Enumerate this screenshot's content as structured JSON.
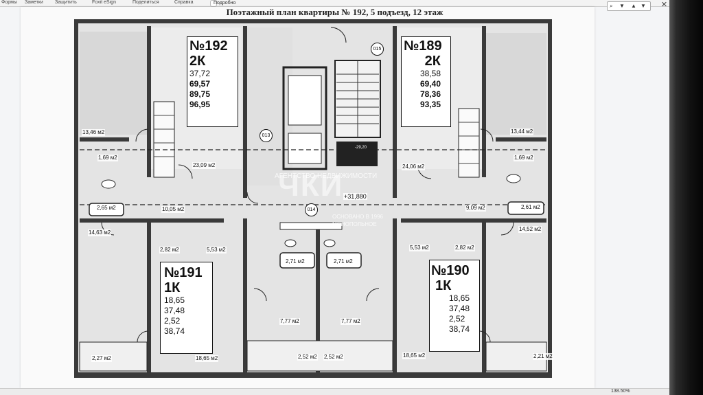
{
  "toolbar": {
    "items": [
      "Формы",
      "Заметки",
      "Защитить",
      "Foxit eSign",
      "Поделиться",
      "Справка"
    ],
    "help_label": "Подробно",
    "search_arrow": "▲",
    "search_caret": "▼",
    "close": "×"
  },
  "statusbar": {
    "zoom": "138.50%"
  },
  "plan": {
    "title": "Поэтажный план квартиры № 192, 5 подъезд, 12 этаж",
    "apartments": [
      {
        "number": "№192",
        "type": "2К",
        "values": [
          "37,72",
          "69,57",
          "89,75",
          "96,95"
        ]
      },
      {
        "number": "№189",
        "type": "2К",
        "values": [
          "38,58",
          "69,40",
          "78,36",
          "93,35"
        ]
      },
      {
        "number": "№191",
        "type": "1К",
        "values": [
          "18,65",
          "37,48",
          "2,52",
          "38,74"
        ]
      },
      {
        "number": "№190",
        "type": "1К",
        "values": [
          "18,65",
          "37,48",
          "2,52",
          "38,74"
        ]
      }
    ],
    "room_labels": [
      "13,46 м2",
      "1,69 м2",
      "23,09 м2",
      "2,65 м2",
      "10,05 м2",
      "14,63 м2",
      "2,82 м2",
      "5,53 м2",
      "2,27 м2",
      "18,65 м2",
      "7,77 м2",
      "2,71 м2",
      "2,52 м2",
      "13,44 м2",
      "1,69 м2",
      "24,06 м2",
      "2,61 м2",
      "9,09 м2",
      "14,52 м2",
      "5,53 м2",
      "2,82 м2",
      "7,77 м2",
      "2,71 м2",
      "2,52 м2",
      "18,65 м2",
      "2,21 м2"
    ],
    "markers": [
      "013",
      "014",
      "015"
    ],
    "level": "+31,880",
    "stair_mark": "-29,20",
    "watermark": {
      "line1": "АГЕНТСТВО НЕДВИЖИМОСТИ",
      "logo": "ЧКИ",
      "line2": "ОСНОВАНО В 1996",
      "line3": "МОНОПОЛЬНОЕ"
    }
  }
}
